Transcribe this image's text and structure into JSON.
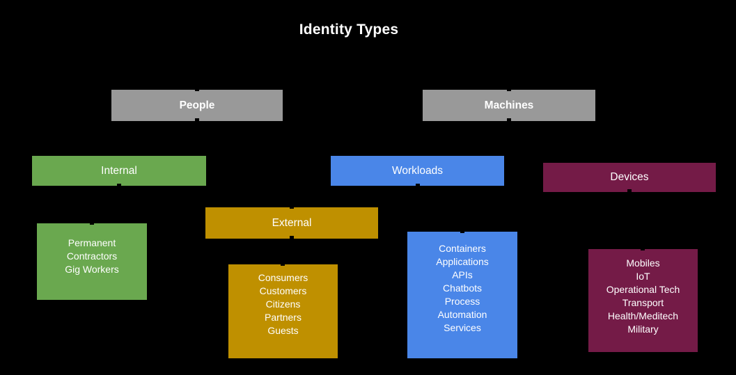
{
  "title": "Identity Types",
  "colors": {
    "background": "#000000",
    "category_gray": "#999999",
    "internal_green": "#6aa84f",
    "workloads_blue": "#4a86e8",
    "external_gold": "#bf9000",
    "devices_magenta": "#741b47",
    "text": "#ffffff"
  },
  "nodes": {
    "people": {
      "label": "People"
    },
    "machines": {
      "label": "Machines"
    },
    "internal": {
      "label": "Internal"
    },
    "external": {
      "label": "External"
    },
    "workloads": {
      "label": "Workloads"
    },
    "devices": {
      "label": "Devices"
    },
    "internal_items": [
      "Permanent",
      "Contractors",
      "Gig Workers"
    ],
    "external_items": [
      "Consumers",
      "Customers",
      "Citizens",
      "Partners",
      "Guests"
    ],
    "workloads_items": [
      "Containers",
      "Applications",
      "APIs",
      "Chatbots",
      "Process",
      "Automation",
      "Services"
    ],
    "devices_items": [
      "Mobiles",
      "IoT",
      "Operational Tech",
      "Transport",
      "Health/Meditech",
      "Military"
    ]
  }
}
